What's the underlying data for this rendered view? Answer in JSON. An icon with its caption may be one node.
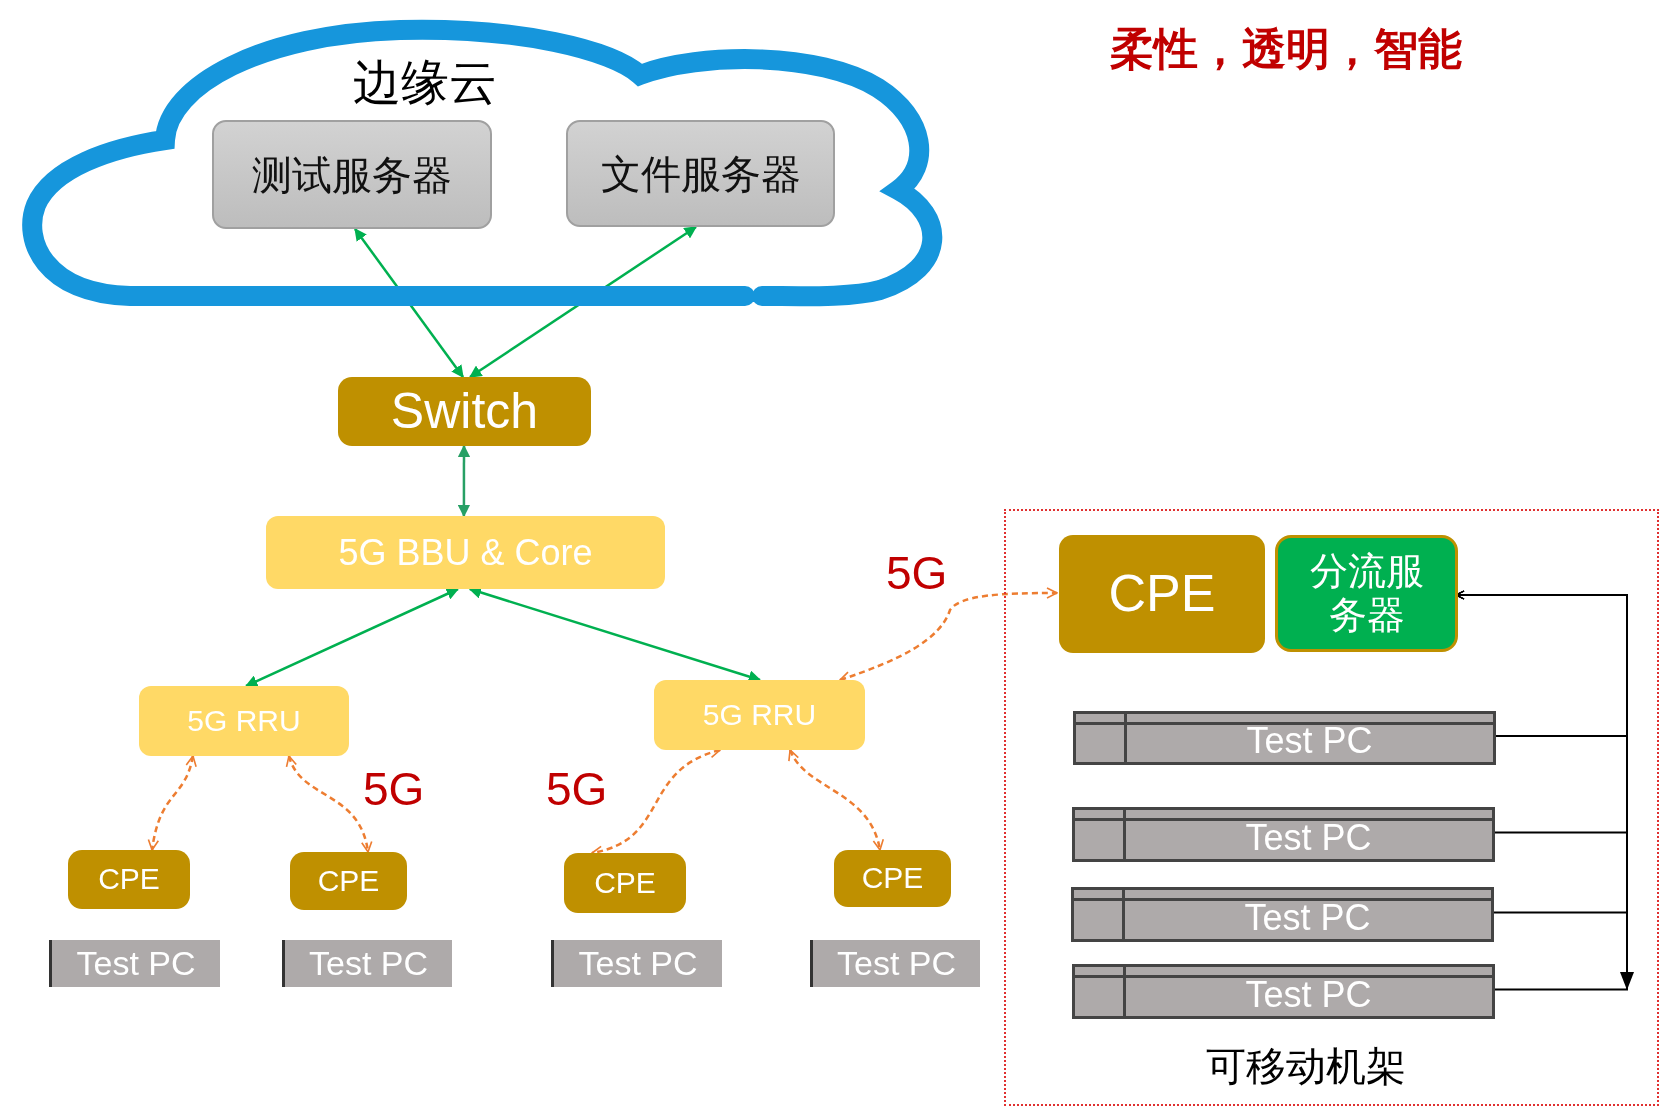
{
  "diagram": {
    "title": "柔性，透明，智能",
    "nodes": [
      {
        "text": [
          "边缘云"
        ]
      },
      {
        "text": [
          "测试服务器"
        ],
        "in": 0
      },
      {
        "text": [
          "文件服务器"
        ],
        "in": 0
      },
      {
        "text": [
          "Switch"
        ]
      },
      {
        "text": [
          "5G BBU & Core"
        ]
      },
      {
        "text": [
          "5G RRU"
        ]
      },
      {
        "text": [
          "5G RRU"
        ]
      },
      {
        "text": [
          "CPE"
        ]
      },
      {
        "text": [
          "CPE"
        ]
      },
      {
        "text": [
          "CPE"
        ]
      },
      {
        "text": [
          "CPE"
        ]
      },
      {
        "text": [
          "Test PC"
        ]
      },
      {
        "text": [
          "Test PC"
        ]
      },
      {
        "text": [
          "Test PC"
        ]
      },
      {
        "text": [
          "Test PC"
        ]
      },
      {
        "text": [
          "可移动机架"
        ]
      },
      {
        "text": [
          "CPE"
        ],
        "in": 15
      },
      {
        "text": [
          "分流服务器"
        ],
        "in": 15
      },
      {
        "text": [
          "Test PC"
        ],
        "in": 15
      },
      {
        "text": [
          "Test PC"
        ],
        "in": 15
      },
      {
        "text": [
          "Test PC"
        ],
        "in": 15
      },
      {
        "text": [
          "Test PC"
        ],
        "in": 15
      }
    ],
    "edges": [
      {
        "from": 3,
        "to": 1,
        "arrow": "both",
        "color": "#00b050"
      },
      {
        "from": 3,
        "to": 2,
        "arrow": "both",
        "color": "#00b050"
      },
      {
        "from": 3,
        "to": 4,
        "arrow": "both",
        "color": "#27a065"
      },
      {
        "from": 4,
        "to": 5,
        "arrow": "both",
        "color": "#00b050"
      },
      {
        "from": 4,
        "to": 6,
        "arrow": "both",
        "color": "#00b050"
      },
      {
        "from": 5,
        "to": 7,
        "arrow": "both",
        "style": "dashed",
        "color": "#ed7d31"
      },
      {
        "from": 5,
        "to": 8,
        "arrow": "both",
        "style": "dashed",
        "color": "#ed7d31"
      },
      {
        "from": 6,
        "to": 9,
        "arrow": "both",
        "style": "dashed",
        "color": "#ed7d31"
      },
      {
        "from": 6,
        "to": 10,
        "arrow": "both",
        "style": "dashed",
        "color": "#ed7d31"
      },
      {
        "from": 6,
        "to": 16,
        "arrow": "both",
        "style": "dashed",
        "color": "#ed7d31"
      },
      {
        "from": 18,
        "to": 17,
        "arrow": "to",
        "color": "#000000"
      },
      {
        "from": 19,
        "to": 17,
        "arrow": "to",
        "color": "#000000"
      },
      {
        "from": 20,
        "to": 17,
        "arrow": "to",
        "color": "#000000"
      },
      {
        "from": 21,
        "to": 17,
        "arrow": "to",
        "color": "#000000"
      }
    ],
    "labels": [
      "5G",
      "5G",
      "5G"
    ]
  }
}
